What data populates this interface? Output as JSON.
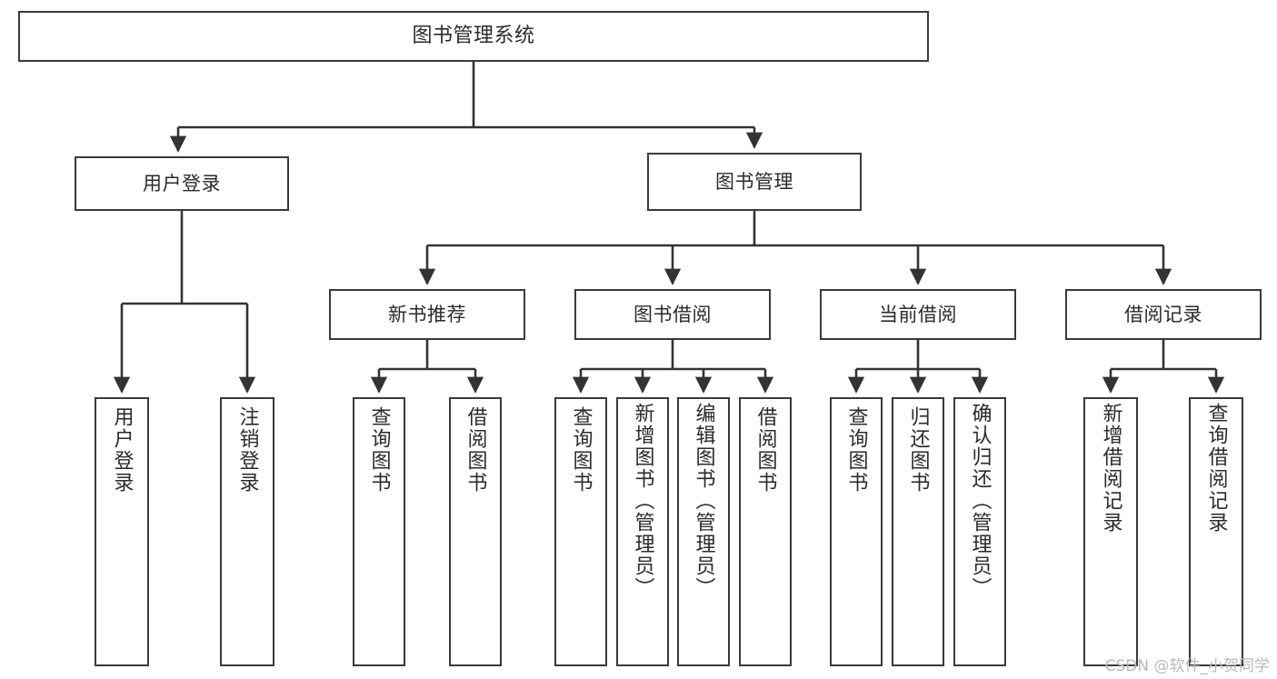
{
  "diagram": {
    "type": "tree-hierarchy",
    "title": "图书管理系统",
    "watermark": "CSDN @软件_小贺同学",
    "colors": {
      "box_border": "#3a3a3a",
      "box_fill": "#ffffff",
      "connector": "#333333",
      "text": "#2b2b2b",
      "watermark": "#b9b9b9",
      "background": "#ffffff"
    },
    "nodes": {
      "root": {
        "label": "图书管理系统"
      },
      "level1": [
        {
          "label": "用户登录"
        },
        {
          "label": "图书管理"
        }
      ],
      "level2": [
        {
          "label": "新书推荐"
        },
        {
          "label": "图书借阅"
        },
        {
          "label": "当前借阅"
        },
        {
          "label": "借阅记录"
        }
      ],
      "leaves": {
        "user_login": [
          {
            "label": "用户登录"
          },
          {
            "label": "注销登录"
          }
        ],
        "new_book_recommend": [
          {
            "label": "查询图书"
          },
          {
            "label": "借阅图书"
          }
        ],
        "book_borrow": [
          {
            "label": "查询图书"
          },
          {
            "label": "新增图书（管理员）"
          },
          {
            "label": "编辑图书（管理员）"
          },
          {
            "label": "借阅图书"
          }
        ],
        "current_borrow": [
          {
            "label": "查询图书"
          },
          {
            "label": "归还图书"
          },
          {
            "label": "确认归还（管理员）"
          }
        ],
        "borrow_record": [
          {
            "label": "新增借阅记录"
          },
          {
            "label": "查询借阅记录"
          }
        ]
      }
    }
  }
}
